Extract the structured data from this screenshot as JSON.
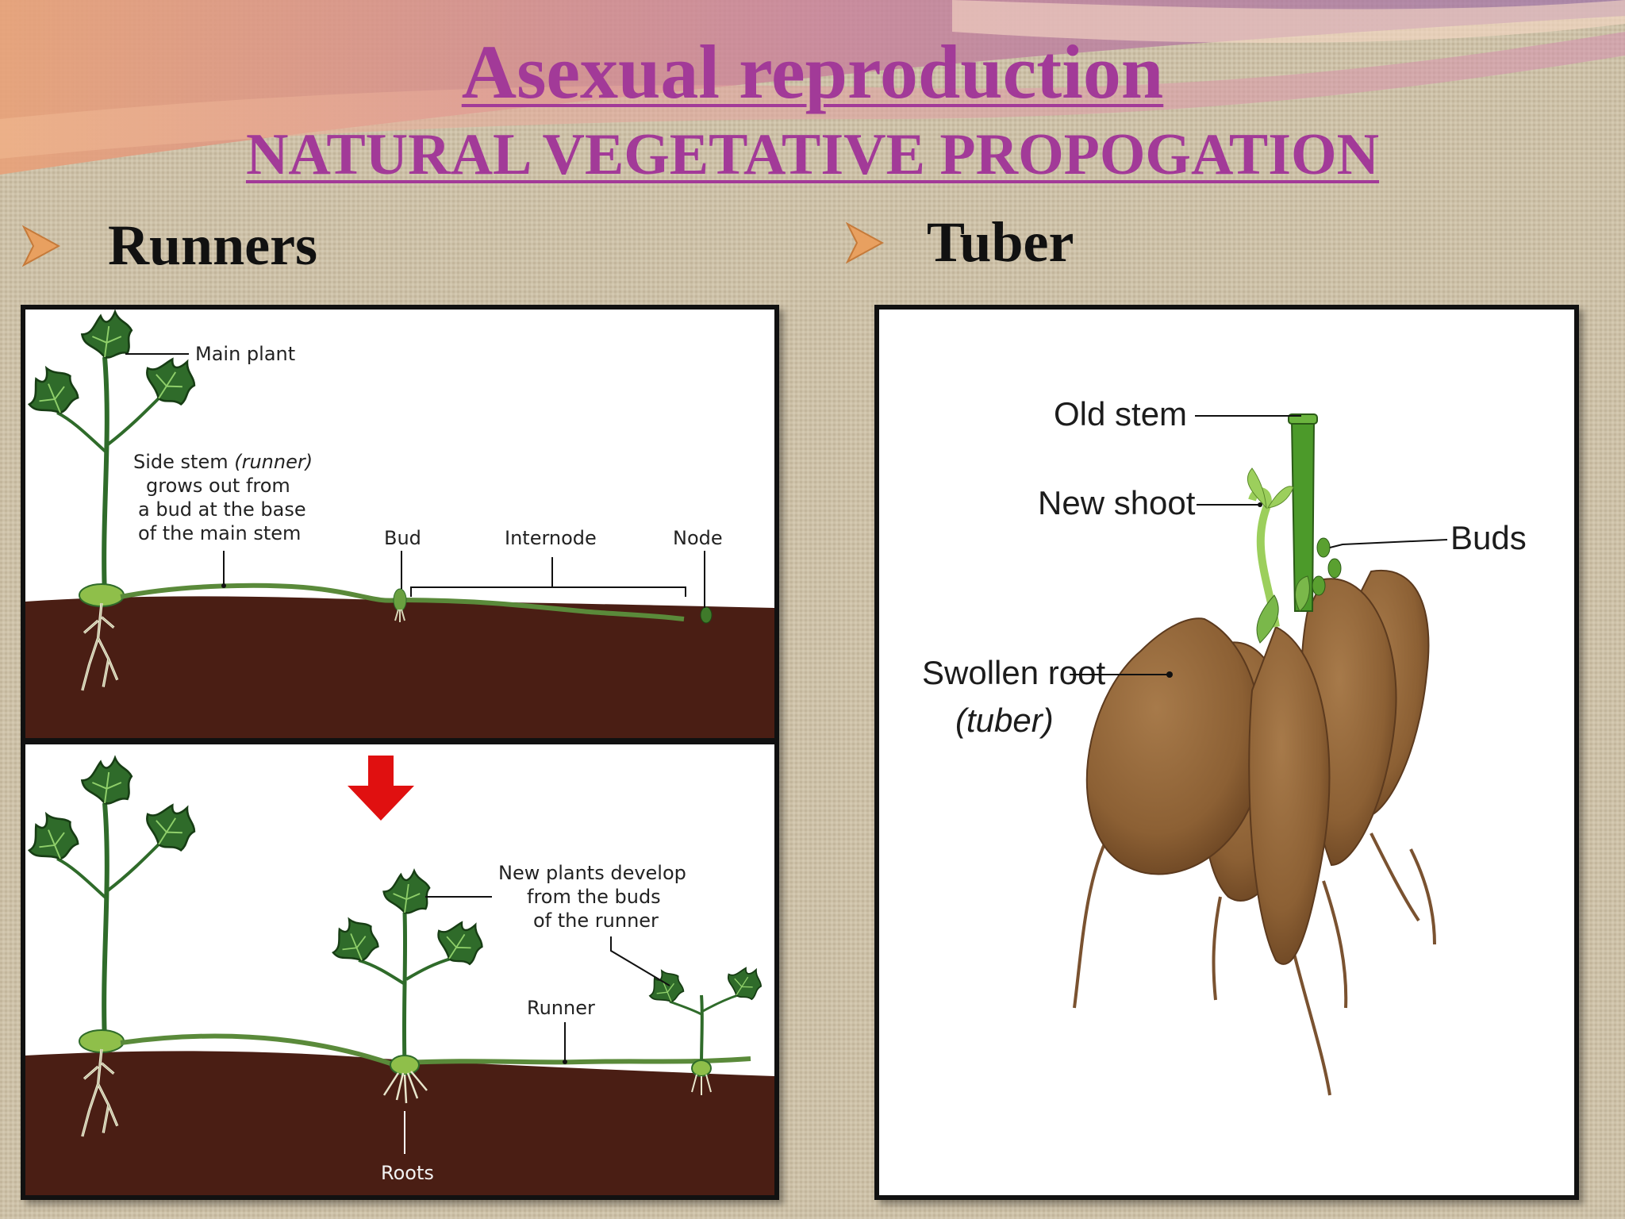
{
  "slide": {
    "title": "Asexual reproduction",
    "subtitle": "NATURAL VEGETATIVE PROPOGATION",
    "title_color": "#a23a98"
  },
  "sections": [
    {
      "heading": "Runners",
      "bullet_icon": "arrow-bullet-icon",
      "diagram": {
        "top_labels": {
          "main_plant": "Main plant",
          "side_stem_line1_pre": "Side stem ",
          "side_stem_line1_italic": "(runner)",
          "side_stem_line2": "grows out from",
          "side_stem_line3": "a bud at the base",
          "side_stem_line4": "of the main stem",
          "bud": "Bud",
          "internode": "Internode",
          "node": "Node"
        },
        "bottom_labels": {
          "new_plants_line1": "New plants develop",
          "new_plants_line2": "from the buds",
          "new_plants_line3": "of the runner",
          "runner": "Runner",
          "roots": "Roots"
        },
        "arrow_color": "#e01010"
      }
    },
    {
      "heading": "Tuber",
      "bullet_icon": "arrow-bullet-icon",
      "diagram": {
        "labels": {
          "old_stem": "Old stem",
          "new_shoot": "New shoot",
          "buds": "Buds",
          "swollen_root": "Swollen root",
          "tuber": "(tuber)"
        }
      }
    }
  ]
}
